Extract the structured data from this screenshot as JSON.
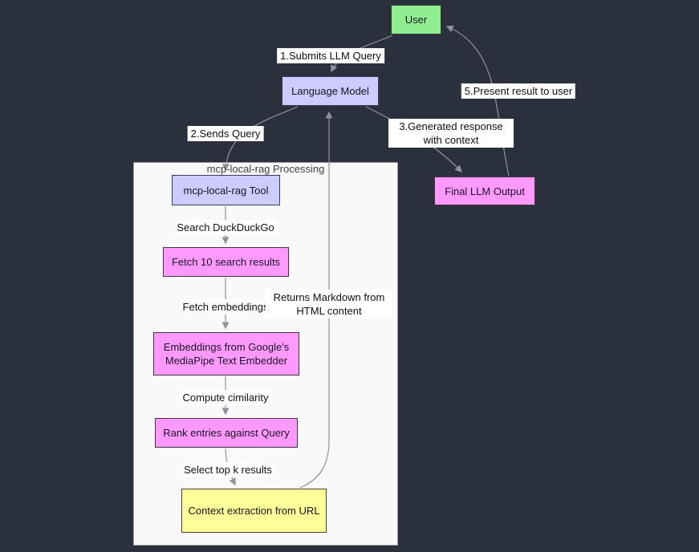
{
  "diagram": {
    "type": "flowchart",
    "background_color": "#2a303c",
    "edge_color": "#8e939b",
    "edge_label_background": "#ffffff",
    "subgraph": {
      "title": "mcp-local-rag Processing",
      "fill": "#f9f9f9",
      "border_color": "#9b9b9b"
    },
    "nodes": {
      "user": {
        "label": "User",
        "fill": "#90ee90"
      },
      "language_model": {
        "label": "Language Model",
        "fill": "#ccccff"
      },
      "final_llm_output": {
        "label": "Final LLM Output",
        "fill": "#ff99ff"
      },
      "tool": {
        "label": "mcp-local-rag Tool",
        "fill": "#ccccff"
      },
      "fetch_results": {
        "label": "Fetch 10 search results",
        "fill": "#ff99ff"
      },
      "embeddings": {
        "label": "Embeddings from Google's MediaPipe Text Embedder",
        "fill": "#ff99ff"
      },
      "rank": {
        "label": "Rank entries against Query",
        "fill": "#ff99ff"
      },
      "context": {
        "label": "Context extraction from URL",
        "fill": "#ffff99"
      }
    },
    "edge_labels": {
      "submits": "1.Submits LLM Query",
      "sends": "2.Sends Query",
      "generated": "3.Generated response with context",
      "present": "5.Present result to user",
      "search": "Search DuckDuckGo",
      "fetch_embeddings": "Fetch embeddings",
      "returns_markdown": "Returns Markdown from HTML content",
      "compute": "Compute cimilarity",
      "select_top": "Select top k results"
    },
    "edges": [
      {
        "from": "user",
        "to": "language_model",
        "label": "1.Submits LLM Query"
      },
      {
        "from": "language_model",
        "to": "tool",
        "label": "2.Sends Query"
      },
      {
        "from": "tool",
        "to": "fetch_results",
        "label": "Search DuckDuckGo"
      },
      {
        "from": "fetch_results",
        "to": "embeddings",
        "label": "Fetch embeddings"
      },
      {
        "from": "embeddings",
        "to": "rank",
        "label": "Compute cimilarity"
      },
      {
        "from": "rank",
        "to": "context",
        "label": "Select top k results"
      },
      {
        "from": "context",
        "to": "language_model",
        "label": "Returns Markdown from HTML content"
      },
      {
        "from": "language_model",
        "to": "final_llm_output",
        "label": "3.Generated response with context"
      },
      {
        "from": "final_llm_output",
        "to": "user",
        "label": "5.Present result to user"
      }
    ]
  }
}
